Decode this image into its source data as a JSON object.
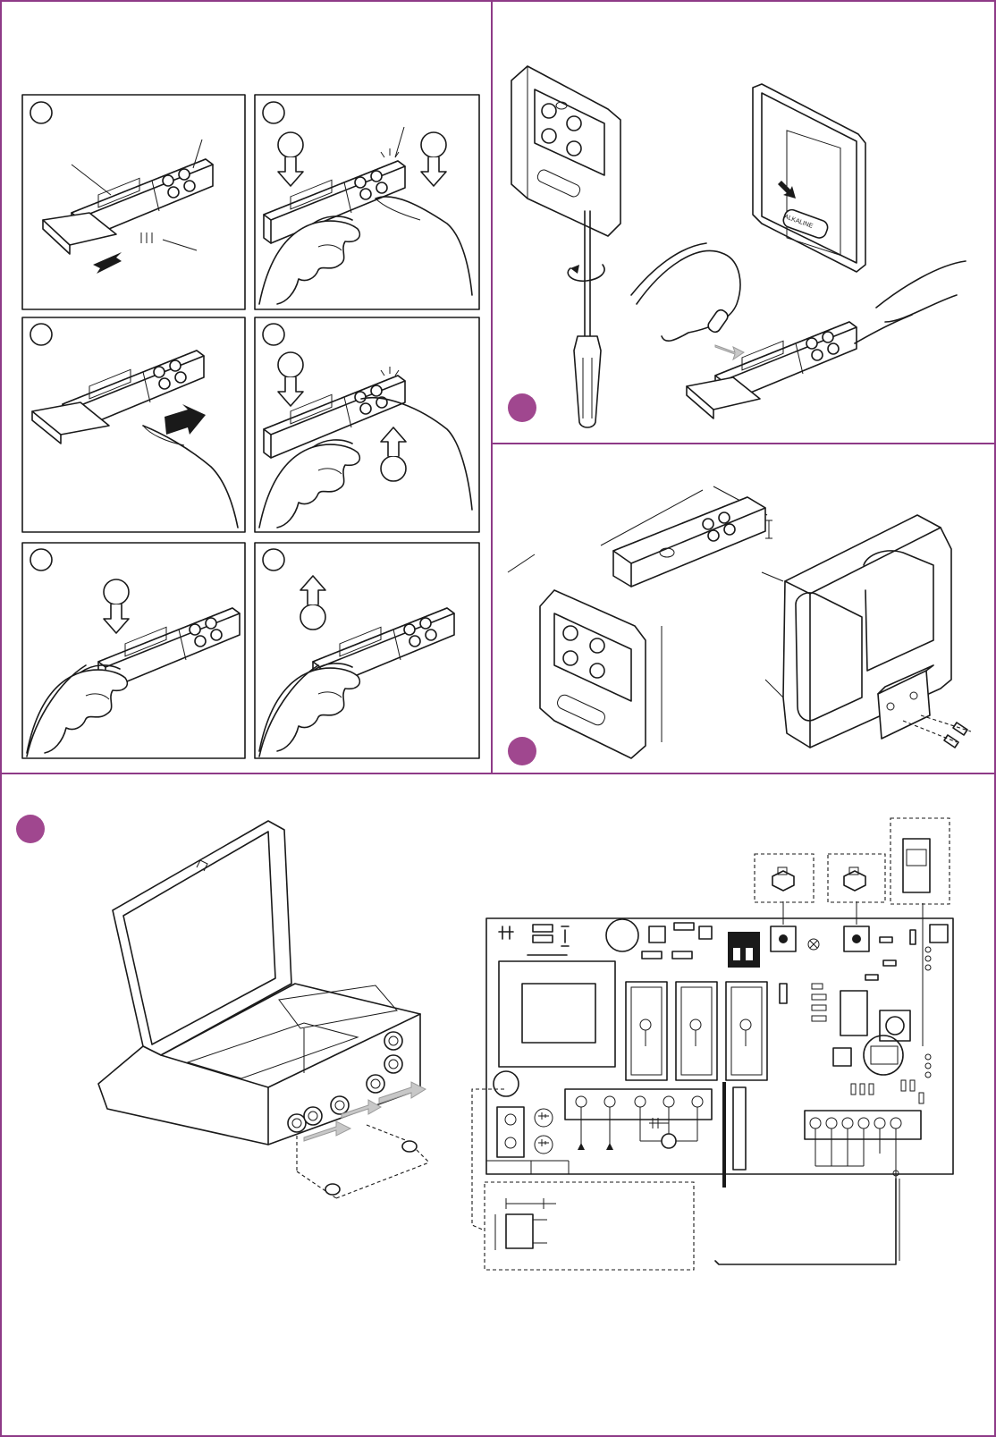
{
  "colors": {
    "border": "#8e3a87",
    "step_badge": "#a0478f",
    "ink": "#1a1a1a",
    "arrow_fill": "#c8c8c8"
  },
  "icons": [
    "remote-control-icon",
    "finger-press-icon",
    "down-arrow-icon",
    "up-arrow-icon",
    "screwdriver-icon",
    "battery-icon",
    "wall-transmitter-icon",
    "receiver-box-icon",
    "circuit-board-icon",
    "antenna-icon",
    "push-button-icon",
    "cable-gland-icon",
    "screw-icon"
  ],
  "panels": {
    "left_steps": 6,
    "right_steps_badged": 2,
    "bottom_step_badged": 1
  },
  "labels": {
    "battery_text": "ALKALINE"
  }
}
